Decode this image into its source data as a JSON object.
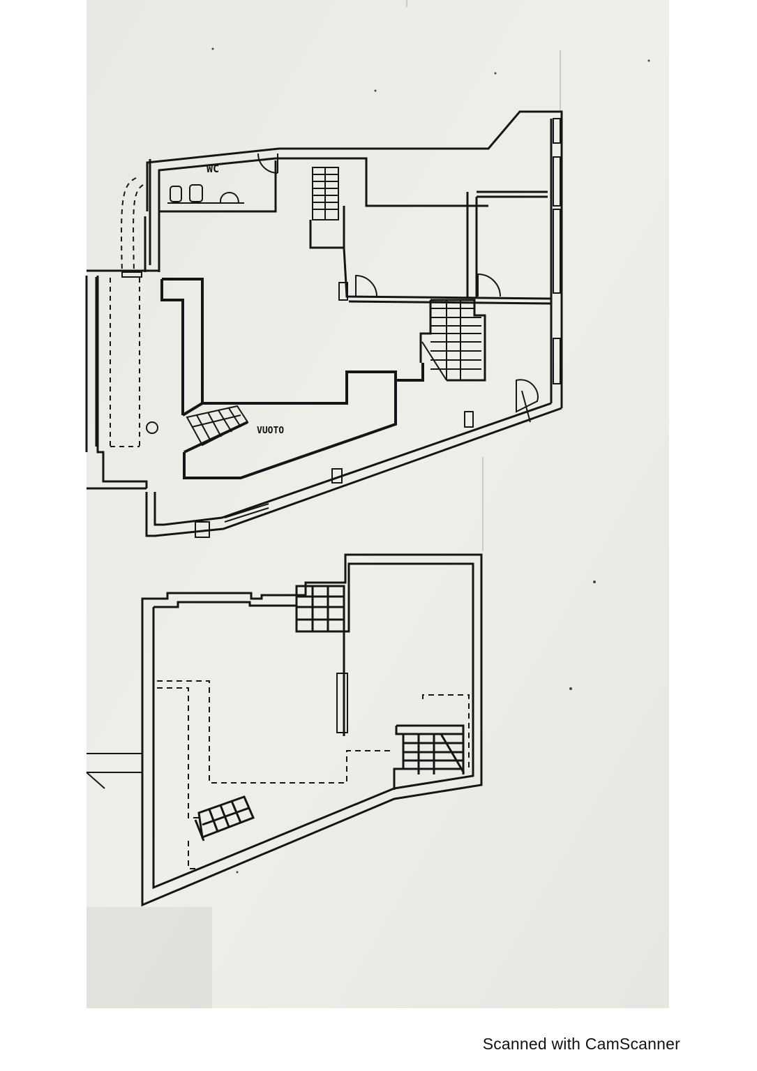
{
  "plan": {
    "upper_floor": {
      "wc_label": "WC",
      "void_label": "VUOTO"
    }
  },
  "footer": {
    "text": "Scanned with CamScanner"
  },
  "colors": {
    "paper": "#ecebe6",
    "ink": "#151515"
  }
}
